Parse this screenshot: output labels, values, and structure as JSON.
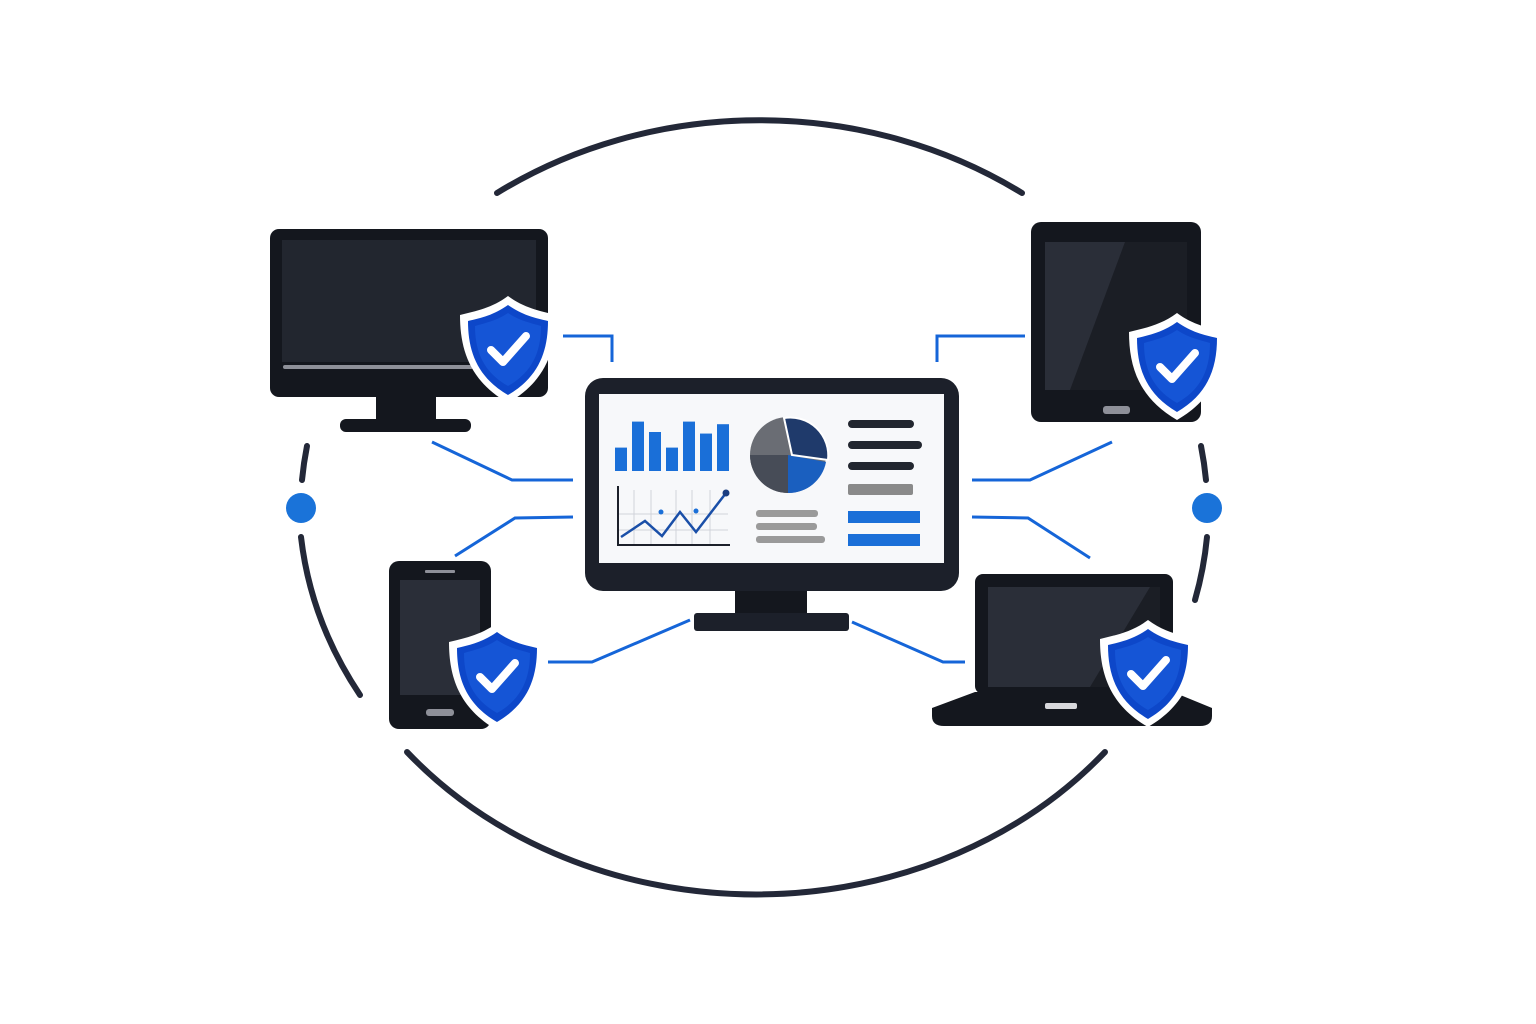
{
  "colors": {
    "background": "#ffffff",
    "device": "#14171e",
    "device_screen": "#2a2e38",
    "ring": "#232838",
    "accent_blue": "#1a6fd8",
    "shield_blue": "#0d47c9",
    "gray": "#8a8a8a"
  },
  "icons": [
    "desktop-monitor-icon",
    "tablet-icon",
    "smartphone-icon",
    "laptop-icon",
    "dashboard-monitor-icon",
    "shield-check-icon"
  ],
  "dashboard": {
    "bar_chart": [
      0.45,
      0.95,
      0.75,
      0.45,
      0.95,
      0.72,
      0.9
    ],
    "pie_slices": [
      0.3,
      0.2,
      0.2,
      0.3
    ]
  }
}
